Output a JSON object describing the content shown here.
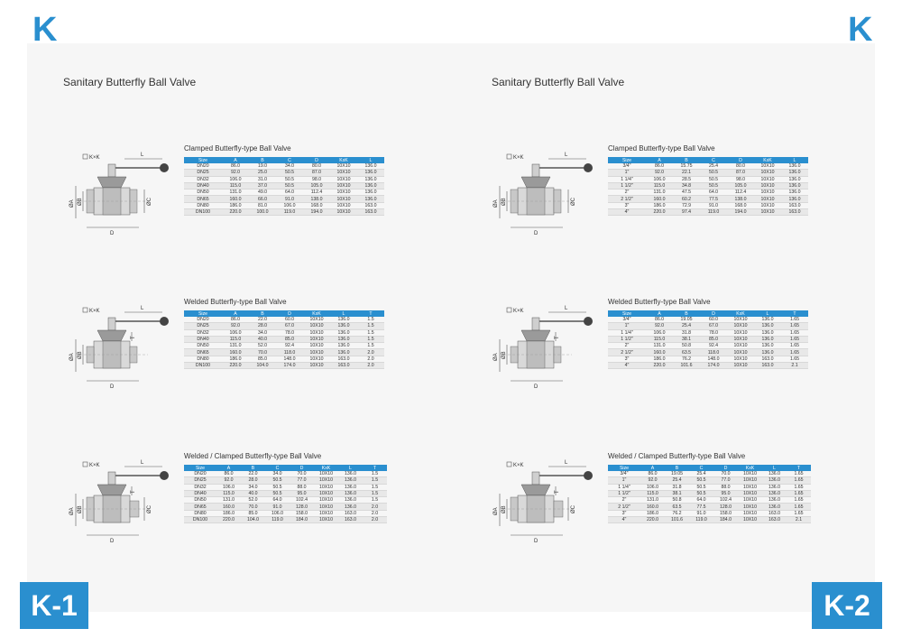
{
  "brand_letter": "K",
  "pages": [
    {
      "page_label": "K-1",
      "title": "Sanitary Butterfly Ball Valve",
      "sections": [
        {
          "title": "Clamped Butterfly-type Ball Valve",
          "headers": [
            "Size",
            "A",
            "B",
            "C",
            "D",
            "KxK",
            "L"
          ],
          "rows": [
            [
              "DN20",
              "86.0",
              "19.0",
              "34.0",
              "80.0",
              "10X10",
              "136.0"
            ],
            [
              "DN25",
              "92.0",
              "25.0",
              "50.5",
              "87.0",
              "10X10",
              "136.0"
            ],
            [
              "DN32",
              "106.0",
              "31.0",
              "50.5",
              "98.0",
              "10X10",
              "136.0"
            ],
            [
              "DN40",
              "115.0",
              "37.0",
              "50.5",
              "105.0",
              "10X10",
              "136.0"
            ],
            [
              "DN50",
              "131.0",
              "49.0",
              "64.0",
              "112.4",
              "10X10",
              "136.0"
            ],
            [
              "DN65",
              "160.0",
              "66.0",
              "91.0",
              "138.0",
              "10X10",
              "136.0"
            ],
            [
              "DN80",
              "186.0",
              "81.0",
              "106.0",
              "168.0",
              "10X10",
              "163.0"
            ],
            [
              "DN100",
              "220.0",
              "100.0",
              "119.0",
              "194.0",
              "10X10",
              "163.0"
            ]
          ]
        },
        {
          "title": "Welded Butterfly-type Ball Valve",
          "headers": [
            "Size",
            "A",
            "B",
            "D",
            "KxK",
            "L",
            "T"
          ],
          "rows": [
            [
              "DN20",
              "86.0",
              "22.0",
              "60.0",
              "10X10",
              "136.0",
              "1.5"
            ],
            [
              "DN25",
              "92.0",
              "28.0",
              "67.0",
              "10X10",
              "136.0",
              "1.5"
            ],
            [
              "DN32",
              "106.0",
              "34.0",
              "78.0",
              "10X10",
              "136.0",
              "1.5"
            ],
            [
              "DN40",
              "115.0",
              "40.0",
              "85.0",
              "10X10",
              "136.0",
              "1.5"
            ],
            [
              "DN50",
              "131.0",
              "52.0",
              "92.4",
              "10X10",
              "136.0",
              "1.5"
            ],
            [
              "DN65",
              "160.0",
              "70.0",
              "118.0",
              "10X10",
              "136.0",
              "2.0"
            ],
            [
              "DN80",
              "186.0",
              "85.0",
              "148.0",
              "10X10",
              "163.0",
              "2.0"
            ],
            [
              "DN100",
              "220.0",
              "104.0",
              "174.0",
              "10X10",
              "163.0",
              "2.0"
            ]
          ]
        },
        {
          "title": "Welded / Clamped Butterfly-type Ball Valve",
          "headers": [
            "Size",
            "A",
            "B",
            "C",
            "D",
            "KxK",
            "L",
            "T"
          ],
          "rows": [
            [
              "DN20",
              "86.0",
              "22.0",
              "34.0",
              "70.0",
              "10X10",
              "136.0",
              "1.5"
            ],
            [
              "DN25",
              "92.0",
              "28.0",
              "50.5",
              "77.0",
              "10X10",
              "136.0",
              "1.5"
            ],
            [
              "DN32",
              "106.0",
              "34.0",
              "50.5",
              "88.0",
              "10X10",
              "136.0",
              "1.5"
            ],
            [
              "DN40",
              "115.0",
              "40.0",
              "50.5",
              "95.0",
              "10X10",
              "136.0",
              "1.5"
            ],
            [
              "DN50",
              "131.0",
              "52.0",
              "64.0",
              "102.4",
              "10X10",
              "136.0",
              "1.5"
            ],
            [
              "DN65",
              "160.0",
              "70.0",
              "91.0",
              "128.0",
              "10X10",
              "136.0",
              "2.0"
            ],
            [
              "DN80",
              "186.0",
              "85.0",
              "106.0",
              "158.0",
              "10X10",
              "163.0",
              "2.0"
            ],
            [
              "DN100",
              "220.0",
              "104.0",
              "119.0",
              "184.0",
              "10X10",
              "163.0",
              "2.0"
            ]
          ]
        }
      ]
    },
    {
      "page_label": "K-2",
      "title": "Sanitary Butterfly Ball Valve",
      "sections": [
        {
          "title": "Clamped Butterfly-type Ball Valve",
          "headers": [
            "Size",
            "A",
            "B",
            "C",
            "D",
            "KxK",
            "L"
          ],
          "rows": [
            [
              "3/4\"",
              "86.0",
              "15.75",
              "25.4",
              "80.0",
              "10X10",
              "136.0"
            ],
            [
              "1\"",
              "92.0",
              "22.1",
              "50.5",
              "87.0",
              "10X10",
              "136.0"
            ],
            [
              "1 1/4\"",
              "106.0",
              "28.5",
              "50.5",
              "98.0",
              "10X10",
              "136.0"
            ],
            [
              "1 1/2\"",
              "115.0",
              "34.8",
              "50.5",
              "105.0",
              "10X10",
              "136.0"
            ],
            [
              "2\"",
              "131.0",
              "47.5",
              "64.0",
              "112.4",
              "10X10",
              "136.0"
            ],
            [
              "2 1/2\"",
              "160.0",
              "60.2",
              "77.5",
              "138.0",
              "10X10",
              "136.0"
            ],
            [
              "3\"",
              "186.0",
              "72.9",
              "91.0",
              "168.0",
              "10X10",
              "163.0"
            ],
            [
              "4\"",
              "220.0",
              "97.4",
              "119.0",
              "194.0",
              "10X10",
              "163.0"
            ]
          ]
        },
        {
          "title": "Welded Butterfly-type Ball Valve",
          "headers": [
            "Size",
            "A",
            "B",
            "D",
            "KxK",
            "L",
            "T"
          ],
          "rows": [
            [
              "3/4\"",
              "86.0",
              "19.05",
              "60.0",
              "10X10",
              "136.0",
              "1.65"
            ],
            [
              "1\"",
              "92.0",
              "25.4",
              "67.0",
              "10X10",
              "136.0",
              "1.65"
            ],
            [
              "1 1/4\"",
              "106.0",
              "31.8",
              "78.0",
              "10X10",
              "136.0",
              "1.65"
            ],
            [
              "1 1/2\"",
              "115.0",
              "38.1",
              "85.0",
              "10X10",
              "136.0",
              "1.65"
            ],
            [
              "2\"",
              "131.0",
              "50.8",
              "92.4",
              "10X10",
              "136.0",
              "1.65"
            ],
            [
              "2 1/2\"",
              "160.0",
              "63.5",
              "118.0",
              "10X10",
              "136.0",
              "1.65"
            ],
            [
              "3\"",
              "186.0",
              "76.2",
              "148.0",
              "10X10",
              "163.0",
              "1.65"
            ],
            [
              "4\"",
              "220.0",
              "101.6",
              "174.0",
              "10X10",
              "163.0",
              "2.1"
            ]
          ]
        },
        {
          "title": "Welded / Clamped Butterfly-type Ball Valve",
          "headers": [
            "Size",
            "A",
            "B",
            "C",
            "D",
            "KxK",
            "L",
            "T"
          ],
          "rows": [
            [
              "3/4\"",
              "86.0",
              "19.05",
              "25.4",
              "70.0",
              "10X10",
              "136.0",
              "1.65"
            ],
            [
              "1\"",
              "92.0",
              "25.4",
              "50.5",
              "77.0",
              "10X10",
              "136.0",
              "1.65"
            ],
            [
              "1 1/4\"",
              "106.0",
              "31.8",
              "50.5",
              "88.0",
              "10X10",
              "136.0",
              "1.65"
            ],
            [
              "1 1/2\"",
              "115.0",
              "38.1",
              "50.5",
              "95.0",
              "10X10",
              "136.0",
              "1.65"
            ],
            [
              "2\"",
              "131.0",
              "50.8",
              "64.0",
              "102.4",
              "10X10",
              "136.0",
              "1.65"
            ],
            [
              "2 1/2\"",
              "160.0",
              "63.5",
              "77.5",
              "128.0",
              "10X10",
              "136.0",
              "1.65"
            ],
            [
              "3\"",
              "186.0",
              "76.2",
              "91.0",
              "158.0",
              "10X10",
              "163.0",
              "1.65"
            ],
            [
              "4\"",
              "220.0",
              "101.6",
              "119.0",
              "184.0",
              "10X10",
              "163.0",
              "2.1"
            ]
          ]
        }
      ]
    }
  ],
  "drawing_labels": {
    "kxk": "K×K",
    "l": "L",
    "a": "ØA",
    "b": "ØB",
    "c": "ØC",
    "d": "D",
    "t": "T"
  }
}
